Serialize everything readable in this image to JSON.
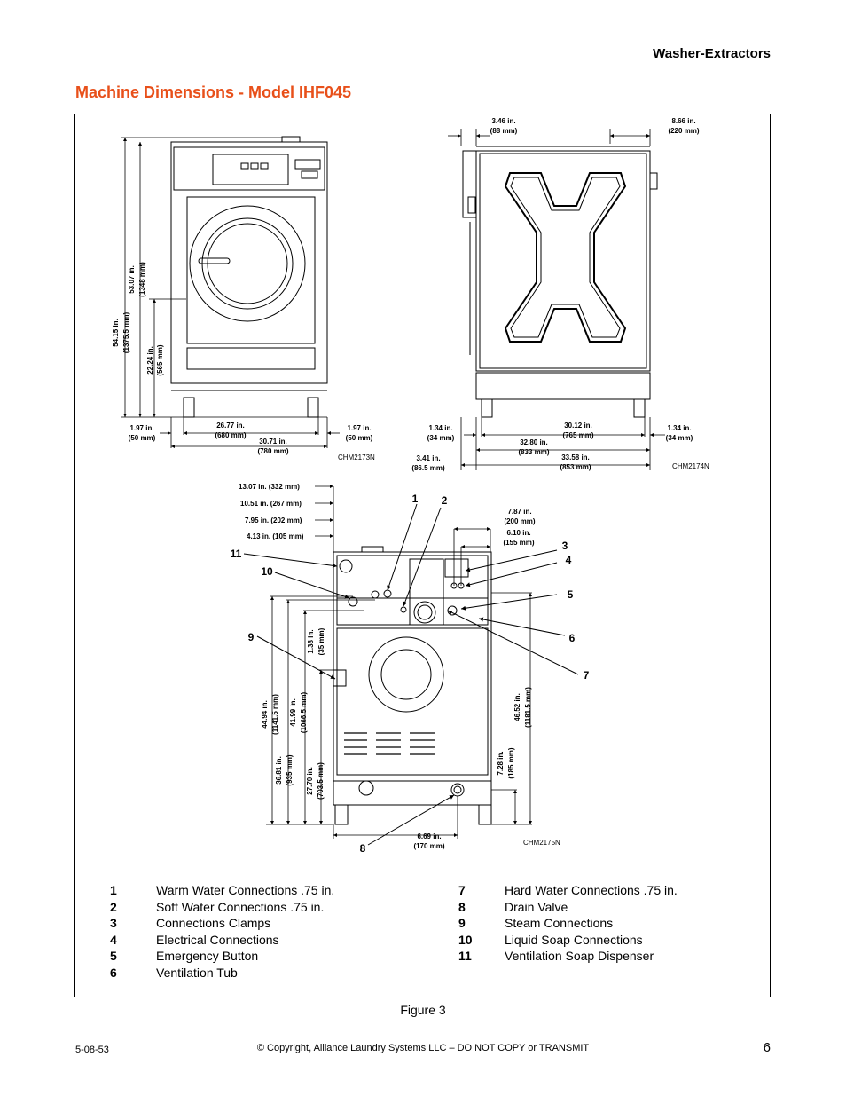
{
  "header": {
    "section": "Washer-Extractors",
    "title": "Machine Dimensions - Model IHF045"
  },
  "front_view": {
    "dims": {
      "d_53_07": "53.07 in.",
      "d_1348": "(1348 mm)",
      "d_54_15": "54.15 in.",
      "d_1375": "(1375.5 mm)",
      "d_22_24": "22.24 in.",
      "d_565": "(565 mm)",
      "d_1_97a": "1.97 in.",
      "d_50a": "(50 mm)",
      "d_26_77": "26.77 in.",
      "d_680": "(680 mm)",
      "d_30_71": "30.71 in.",
      "d_780": "(780 mm)",
      "d_1_97b": "1.97 in.",
      "d_50b": "(50 mm)"
    },
    "code": "CHM2173N"
  },
  "side_view": {
    "dims": {
      "d_3_46": "3.46 in.",
      "d_88": "(88 mm)",
      "d_8_66": "8.66 in.",
      "d_220": "(220 mm)",
      "d_1_34a": "1.34 in.",
      "d_34a": "(34 mm)",
      "d_30_12": "30.12 in.",
      "d_765": "(765 mm)",
      "d_1_34b": "1.34 in.",
      "d_34b": "(34 mm)",
      "d_32_80": "32.80 in.",
      "d_833": "(833 mm)",
      "d_3_41": "3.41 in.",
      "d_86_5": "(86.5 mm)",
      "d_33_58": "33.58 in.",
      "d_853": "(853 mm)"
    },
    "code": "CHM2174N"
  },
  "rear_view": {
    "dims": {
      "d_13_07": "13.07 in. (332 mm)",
      "d_10_51": "10.51 in. (267 mm)",
      "d_7_95": "7.95 in. (202 mm)",
      "d_4_13": "4.13 in. (105 mm)",
      "d_7_87": "7.87 in.",
      "d_200": "(200 mm)",
      "d_6_10": "6.10 in.",
      "d_155": "(155 mm)",
      "d_1_38": "1.38 in.",
      "d_35": "(35 mm)",
      "d_44_94": "44.94 in.",
      "d_1141": "(1141.5 mm)",
      "d_41_99": "41.99 in.",
      "d_1066": "(1066.5 mm)",
      "d_36_81": "36.81 in.",
      "d_935": "(935 mm)",
      "d_27_70": "27.70 in.",
      "d_703": "(703.5 mm)",
      "d_46_52": "46.52 in.",
      "d_1181": "(1181.5 mm)",
      "d_7_28": "7.28 in.",
      "d_185": "(185 mm)",
      "d_6_69": "6.69 in.",
      "d_170": "(170 mm)"
    },
    "callouts": {
      "c1": "1",
      "c2": "2",
      "c3": "3",
      "c4": "4",
      "c5": "5",
      "c6": "6",
      "c7": "7",
      "c8": "8",
      "c9": "9",
      "c10": "10",
      "c11": "11"
    },
    "code": "CHM2175N"
  },
  "legend": {
    "left": [
      {
        "num": "1",
        "text": "Warm Water Connections .75 in."
      },
      {
        "num": "2",
        "text": "Soft Water Connections .75 in."
      },
      {
        "num": "3",
        "text": "Connections Clamps"
      },
      {
        "num": "4",
        "text": "Electrical Connections"
      },
      {
        "num": "5",
        "text": "Emergency Button"
      },
      {
        "num": "6",
        "text": "Ventilation Tub"
      }
    ],
    "right": [
      {
        "num": "7",
        "text": "Hard Water Connections .75 in."
      },
      {
        "num": "8",
        "text": "Drain Valve"
      },
      {
        "num": "9",
        "text": "Steam Connections"
      },
      {
        "num": "10",
        "text": "Liquid Soap Connections"
      },
      {
        "num": "11",
        "text": "Ventilation Soap Dispenser"
      }
    ]
  },
  "caption": "Figure 3",
  "footer": {
    "doc_number": "5-08-53",
    "copyright": "© Copyright, Alliance Laundry Systems LLC – DO NOT COPY or TRANSMIT",
    "page": "6"
  }
}
